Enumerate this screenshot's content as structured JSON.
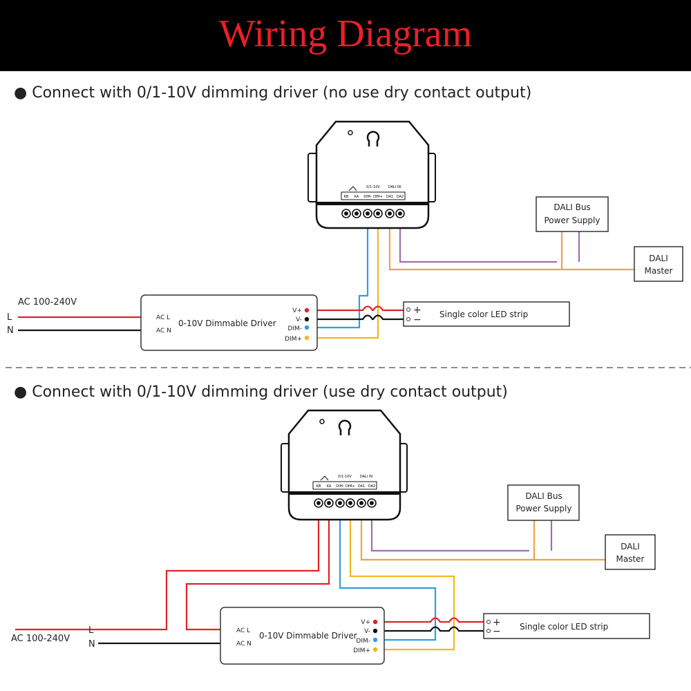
{
  "title": "Wiring Diagram",
  "colors": {
    "live": "#e0222a",
    "neutral": "#111111",
    "dim_minus": "#2e9fe0",
    "dim_plus": "#f2b71e",
    "dali_1": "#f0a24a",
    "dali_2": "#a06db0",
    "banner_bg": "#000000",
    "title": "#e8202a"
  },
  "sections": [
    {
      "bullet": "●",
      "heading": "Connect with 0/1-10V dimming driver (no use dry contact output)",
      "ac_label": "AC 100-240V",
      "L": "L",
      "N": "N",
      "driver": {
        "label": "0-10V Dimmable Driver",
        "acl": "AC L",
        "acn": "AC N",
        "vplus": "V+",
        "vminus": "V-",
        "dimminus": "DIM-",
        "dimplus": "DIM+"
      },
      "led": {
        "label": "Single color LED strip",
        "plus": "+",
        "minus": "−"
      },
      "dali_ps": {
        "line1": "DALI Bus",
        "line2": "Power Supply"
      },
      "dali_master": {
        "line1": "DALI",
        "line2": "Master"
      },
      "module": {
        "terminals": [
          "KB",
          "KA",
          "DIM-",
          "DIM+",
          "DA1",
          "DA2"
        ],
        "group_labels": [
          "0/1-10V",
          "DALI IN"
        ]
      }
    },
    {
      "bullet": "●",
      "heading": "Connect with 0/1-10V dimming driver (use dry contact output)",
      "ac_label": "AC 100-240V",
      "L": "L",
      "N": "N",
      "driver": {
        "label": "0-10V Dimmable Driver",
        "acl": "AC L",
        "acn": "AC N",
        "vplus": "V+",
        "vminus": "V-",
        "dimminus": "DIM-",
        "dimplus": "DIM+"
      },
      "led": {
        "label": "Single color LED strip",
        "plus": "+",
        "minus": "−"
      },
      "dali_ps": {
        "line1": "DALI Bus",
        "line2": "Power Supply"
      },
      "dali_master": {
        "line1": "DALI",
        "line2": "Master"
      },
      "module": {
        "terminals": [
          "KB",
          "KA",
          "DIM-",
          "DIM+",
          "DA1",
          "DA2"
        ],
        "group_labels": [
          "0/1-10V",
          "DALI IN"
        ]
      }
    }
  ]
}
